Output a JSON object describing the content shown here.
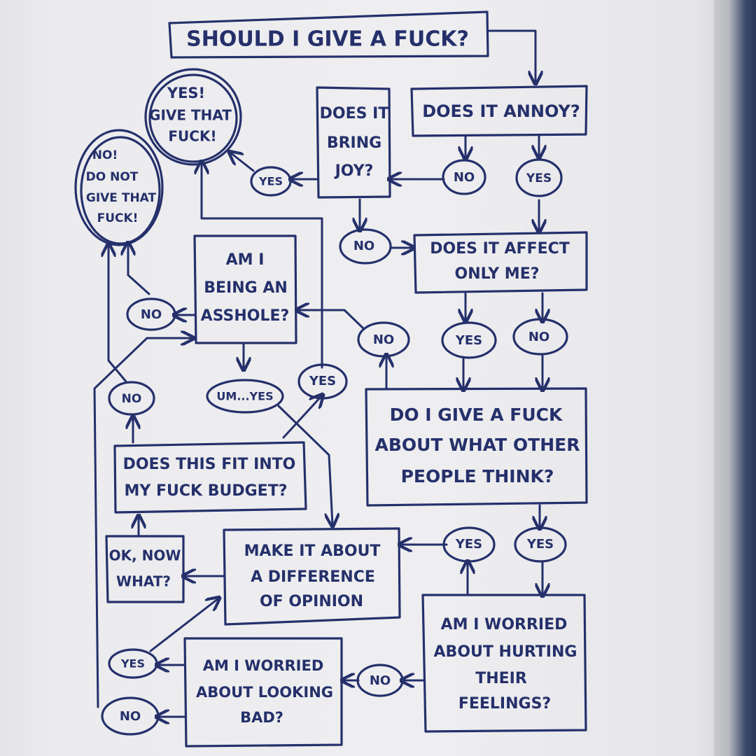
{
  "nodes": {
    "start": "SHOULD I GIVE A FUCK?",
    "annoy": "DOES IT ANNOY?",
    "joy": [
      "DOES IT",
      "BRING",
      "JOY?"
    ],
    "yes_give": [
      "YES!",
      "GIVE THAT",
      "FUCK!"
    ],
    "no_give": [
      "NO!",
      "DO NOT",
      "GIVE THAT",
      "FUCK!"
    ],
    "affect": [
      "DOES IT AFFECT",
      "ONLY ME?"
    ],
    "asshole": [
      "AM I",
      "BEING AN",
      "ASSHOLE?"
    ],
    "care": [
      "DO I GIVE A FUCK",
      "ABOUT WHAT OTHER",
      "PEOPLE THINK?"
    ],
    "budget": [
      "DOES THIS FIT INTO",
      "MY FUCK BUDGET?"
    ],
    "ok_now": [
      "OK, NOW",
      "WHAT?"
    ],
    "difference": [
      "MAKE IT ABOUT",
      "A DIFFERENCE",
      "OF OPINION"
    ],
    "hurting": [
      "AM I WORRIED",
      "ABOUT HURTING",
      "THEIR",
      "FEELINGS?"
    ],
    "looking_bad": [
      "AM I WORRIED",
      "ABOUT LOOKING",
      "BAD?"
    ]
  },
  "answers": {
    "annoy_no": "NO",
    "annoy_yes": "YES",
    "joy_yes": "YES",
    "joy_no": "NO",
    "affect_yes": "YES",
    "affect_no": "NO",
    "asshole_no": "NO",
    "asshole_umyes": "UM...YES",
    "care_no": "NO",
    "budget_yes": "YES",
    "budget_no": "NO",
    "hurting_yes": "YES",
    "care_yes": "YES",
    "hurting_no": "NO",
    "looking_yes": "YES",
    "looking_no": "NO"
  },
  "colors": {
    "ink": "#25306b",
    "paper": "#ececee",
    "background": "#2f3f63"
  }
}
